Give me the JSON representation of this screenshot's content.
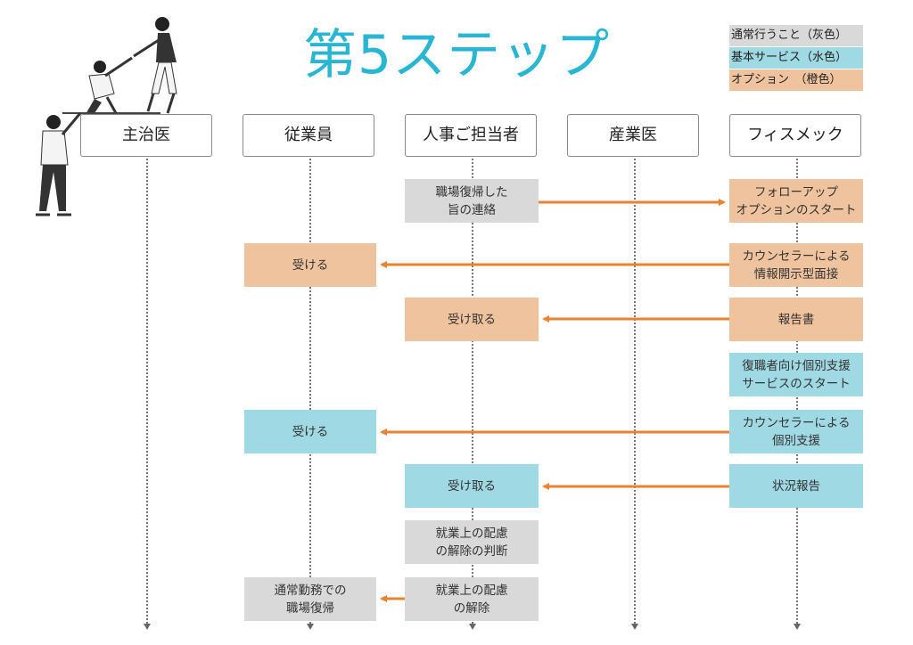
{
  "title": "第5ステップ",
  "legend": [
    {
      "label": "通常行うこと（灰色）",
      "color": "#d9d9d9"
    },
    {
      "label": "基本サービス（水色）",
      "color": "#9fd9e3"
    },
    {
      "label": "オプション　（橙色）",
      "color": "#efc39e"
    }
  ],
  "lanes": [
    "主治医",
    "従業員",
    "人事ご担当者",
    "産業医",
    "フィスメック"
  ],
  "boxes": {
    "hr_contact": "職場復帰した\n旨の連絡",
    "fm_followup": "フォローアップ\nオプションのスタート",
    "emp_receive1": "受ける",
    "fm_counsel1": "カウンセラーによる\n情報開示型面接",
    "hr_receive1": "受け取る",
    "fm_report": "報告書",
    "fm_support_start": "復職者向け個別支援\nサービスのスタート",
    "emp_receive2": "受ける",
    "fm_counsel2": "カウンセラーによる\n個別支援",
    "hr_receive2": "受け取る",
    "fm_status": "状況報告",
    "hr_judge": "就業上の配慮\nの解除の判断",
    "emp_return": "通常勤務での\n職場復帰",
    "hr_release": "就業上の配慮\nの解除"
  },
  "colors": {
    "title": "#29b6d2",
    "arrow": "#e8832f",
    "gray": "#d9d9d9",
    "blue": "#9fd9e3",
    "orange": "#efc39e"
  }
}
